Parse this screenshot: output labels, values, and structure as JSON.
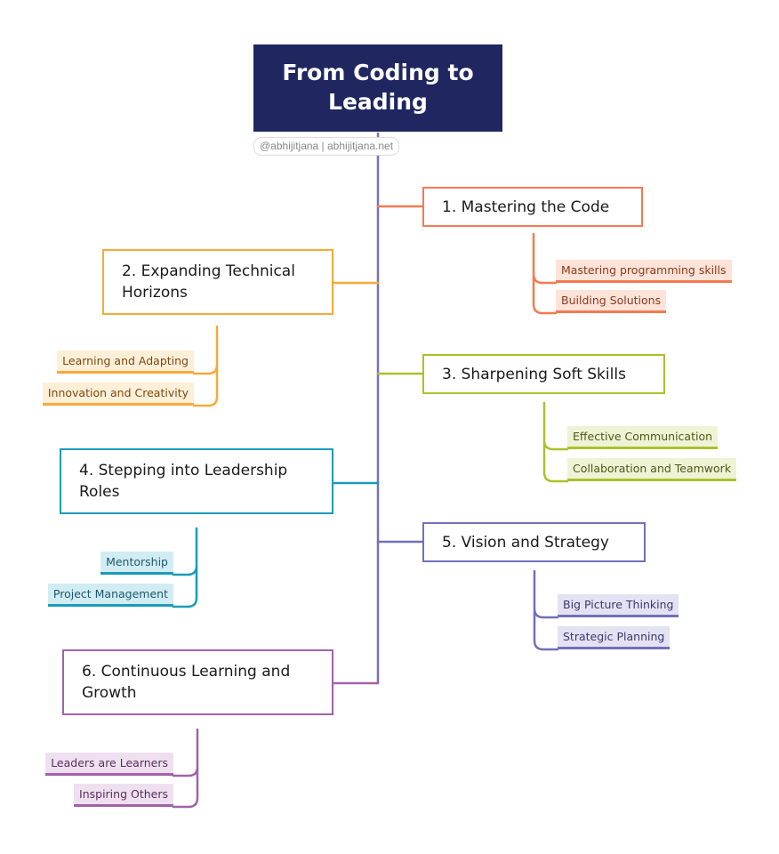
{
  "title": "From Coding to Leading",
  "credit": "@abhijitjana | abhijitjana.net",
  "colors": {
    "title_bg": "#202660",
    "b1": "#f47a50",
    "b2": "#f9a93a",
    "b3": "#aebf2c",
    "b4": "#1a9bb8",
    "b5": "#7270b8",
    "b6": "#a062a8"
  },
  "branches": [
    {
      "label": "1. Mastering the Code",
      "children": [
        "Mastering programming skills",
        "Building Solutions"
      ]
    },
    {
      "label": "2. Expanding Technical Horizons",
      "children": [
        "Learning and Adapting",
        "Innovation and Creativity"
      ]
    },
    {
      "label": "3. Sharpening Soft Skills",
      "children": [
        "Effective Communication",
        "Collaboration and Teamwork"
      ]
    },
    {
      "label": "4. Stepping into Leadership Roles",
      "children": [
        "Mentorship",
        "Project Management"
      ]
    },
    {
      "label": "5. Vision and Strategy",
      "children": [
        "Big Picture Thinking",
        "Strategic Planning"
      ]
    },
    {
      "label": "6. Continuous Learning and Growth",
      "children": [
        "Leaders are Learners",
        "Inspiring Others"
      ]
    }
  ]
}
